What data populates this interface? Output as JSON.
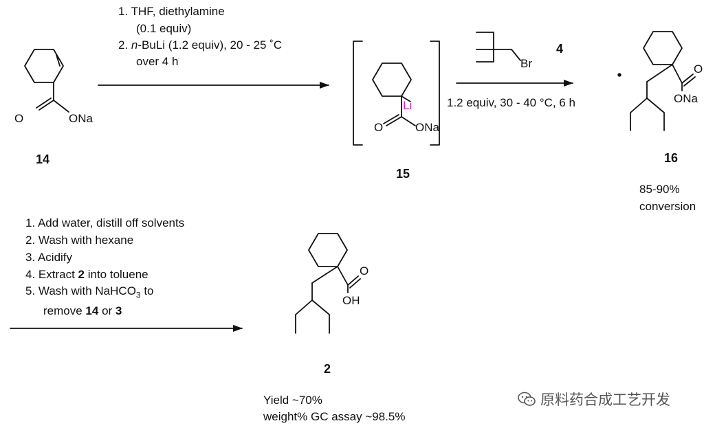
{
  "step1": {
    "line1": "1. THF, diethylamine",
    "line2": "(0.1 equiv)",
    "line3_prefix": "2. ",
    "line3_italic": "n",
    "line3_rest": "-BuLi (1.2 equiv), 20 - 25 ˚C",
    "line4": "over 4 h"
  },
  "step2": {
    "reagent_label": "4",
    "conditions": "1.2 equiv, 30 - 40 °C, 6 h"
  },
  "step3": {
    "line1": "1. Add water, distill off solvents",
    "line2": "2. Wash with hexane",
    "line3": "3. Acidify",
    "line4_pre": "4. Extract ",
    "line4_bold": "2",
    "line4_post": " into  toluene",
    "line5_pre": "5. Wash with NaHCO",
    "line5_sub": "3",
    "line5_post": " to",
    "line6_pre": "remove ",
    "line6_bold1": "14",
    "line6_mid": " or ",
    "line6_bold2": "3"
  },
  "compounds": {
    "c14": {
      "label": "14",
      "o": "O",
      "ona": "ONa"
    },
    "c15": {
      "label": "15",
      "li": "Li",
      "o": "O",
      "ona": "ONa"
    },
    "c4": {
      "br": "Br"
    },
    "c16": {
      "label": "16",
      "o": "O",
      "ona": "ONa",
      "note1": "85-90%",
      "note2": "conversion"
    },
    "c2": {
      "label": "2",
      "o": "O",
      "oh": "OH",
      "yield": "Yield  ~70%",
      "assay": "weight% GC assay ~98.5%"
    }
  },
  "watermark": {
    "text": "原料药合成工艺开发",
    "icon": "wechat-icon"
  }
}
